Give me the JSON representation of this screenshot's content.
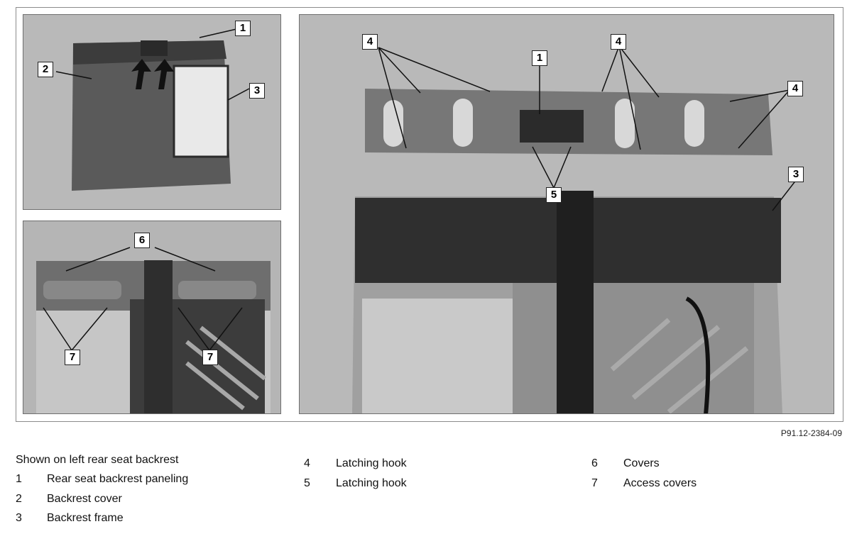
{
  "figure_code": "P91.12-2384-09",
  "panels": {
    "top_left_callouts": [
      "1",
      "2",
      "3"
    ],
    "bottom_left_callouts": [
      "6",
      "7",
      "7"
    ],
    "right_callouts": [
      "4",
      "4",
      "4",
      "1",
      "5",
      "3"
    ]
  },
  "legend": {
    "caption": "Shown on left rear seat backrest",
    "col1": [
      {
        "num": "1",
        "text": "Rear seat backrest paneling"
      },
      {
        "num": "2",
        "text": "Backrest cover"
      },
      {
        "num": "3",
        "text": "Backrest frame"
      }
    ],
    "col2": [
      {
        "num": "4",
        "text": "Latching hook"
      },
      {
        "num": "5",
        "text": "Latching hook"
      }
    ],
    "col3": [
      {
        "num": "6",
        "text": "Covers"
      },
      {
        "num": "7",
        "text": "Access covers"
      }
    ]
  }
}
